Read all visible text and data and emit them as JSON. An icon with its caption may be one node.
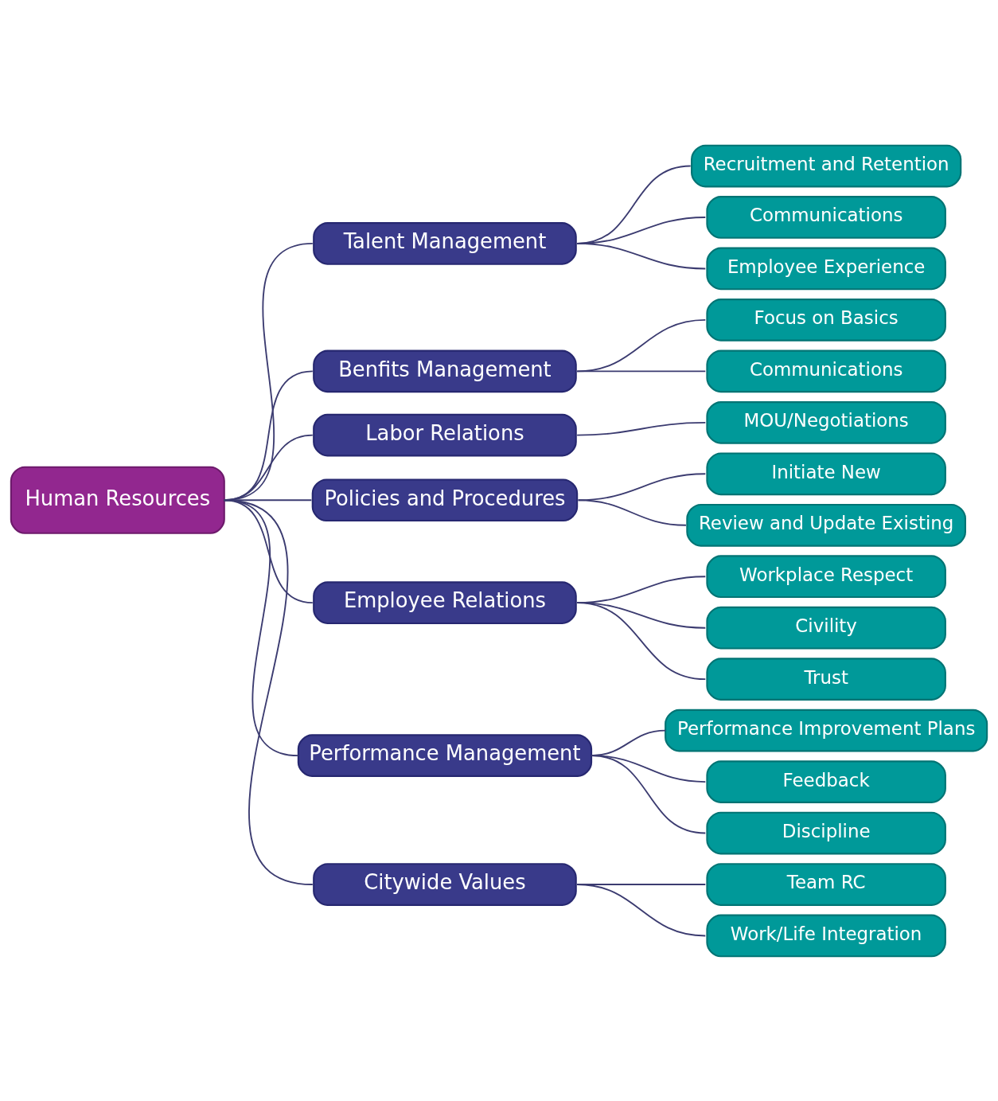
{
  "diagram": {
    "nodes": [
      {
        "text": [
          "Human Resources"
        ]
      },
      {
        "text": [
          "Talent Management"
        ]
      },
      {
        "text": [
          "Recruitment and Retention"
        ]
      },
      {
        "text": [
          "Communications"
        ]
      },
      {
        "text": [
          "Employee Experience"
        ]
      },
      {
        "text": [
          "Benfits Management"
        ]
      },
      {
        "text": [
          "Focus on Basics"
        ]
      },
      {
        "text": [
          "Communications"
        ]
      },
      {
        "text": [
          "Labor Relations"
        ]
      },
      {
        "text": [
          "MOU/Negotiations"
        ]
      },
      {
        "text": [
          "Policies and Procedures"
        ]
      },
      {
        "text": [
          "Initiate New"
        ]
      },
      {
        "text": [
          "Review and Update Existing"
        ]
      },
      {
        "text": [
          "Employee Relations"
        ]
      },
      {
        "text": [
          "Workplace Respect"
        ]
      },
      {
        "text": [
          "Civility"
        ]
      },
      {
        "text": [
          "Trust"
        ]
      },
      {
        "text": [
          "Performance Management"
        ]
      },
      {
        "text": [
          "Performance Improvement Plans"
        ]
      },
      {
        "text": [
          "Feedback"
        ]
      },
      {
        "text": [
          "Discipline"
        ]
      },
      {
        "text": [
          "Citywide Values"
        ]
      },
      {
        "text": [
          "Team RC"
        ]
      },
      {
        "text": [
          "Work/Life Integration"
        ]
      }
    ],
    "edges": [
      {
        "from": 0,
        "to": 1,
        "arrow": "none"
      },
      {
        "from": 1,
        "to": 2,
        "arrow": "none"
      },
      {
        "from": 1,
        "to": 3,
        "arrow": "none"
      },
      {
        "from": 1,
        "to": 4,
        "arrow": "none"
      },
      {
        "from": 0,
        "to": 5,
        "arrow": "none"
      },
      {
        "from": 5,
        "to": 6,
        "arrow": "none"
      },
      {
        "from": 5,
        "to": 7,
        "arrow": "none"
      },
      {
        "from": 0,
        "to": 8,
        "arrow": "none"
      },
      {
        "from": 8,
        "to": 9,
        "arrow": "none"
      },
      {
        "from": 0,
        "to": 10,
        "arrow": "none"
      },
      {
        "from": 10,
        "to": 11,
        "arrow": "none"
      },
      {
        "from": 10,
        "to": 12,
        "arrow": "none"
      },
      {
        "from": 0,
        "to": 13,
        "arrow": "none"
      },
      {
        "from": 13,
        "to": 14,
        "arrow": "none"
      },
      {
        "from": 13,
        "to": 15,
        "arrow": "none"
      },
      {
        "from": 13,
        "to": 16,
        "arrow": "none"
      },
      {
        "from": 0,
        "to": 17,
        "arrow": "none"
      },
      {
        "from": 17,
        "to": 18,
        "arrow": "none"
      },
      {
        "from": 17,
        "to": 19,
        "arrow": "none"
      },
      {
        "from": 17,
        "to": 20,
        "arrow": "none"
      },
      {
        "from": 0,
        "to": 21,
        "arrow": "none"
      },
      {
        "from": 21,
        "to": 22,
        "arrow": "none"
      },
      {
        "from": 21,
        "to": 23,
        "arrow": "none"
      }
    ]
  }
}
